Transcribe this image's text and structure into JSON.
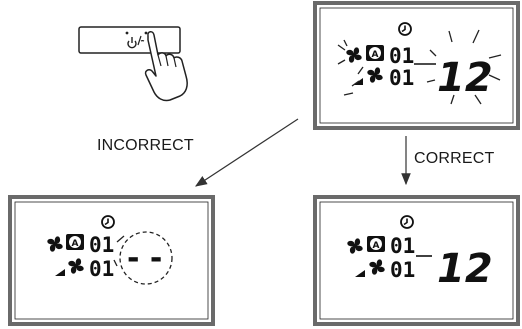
{
  "labels": {
    "incorrect": "INCORRECT",
    "correct": "CORRECT"
  },
  "panels": {
    "top": {
      "big_value": "12",
      "small_top": "01",
      "small_bottom": "01"
    },
    "incorrect": {
      "big_value": "- -",
      "small_top": "01",
      "small_bottom": "01"
    },
    "correct": {
      "big_value": "12",
      "small_top": "01",
      "small_bottom": "01"
    }
  },
  "icons": [
    "power-button-icon",
    "hand-press-icon",
    "fan-icon",
    "auto-mode-icon",
    "timer-clock-icon",
    "dim-indicator-icon"
  ],
  "colors": {
    "frame": "#6a6a6a",
    "ink": "#111111",
    "background": "#ffffff"
  }
}
